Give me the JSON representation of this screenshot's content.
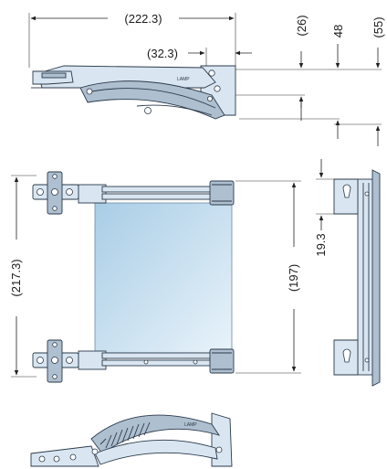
{
  "dimensions": {
    "overall_length": "(222.3)",
    "offset_length": "(32.3)",
    "top_height_small": "(26)",
    "top_height_mid": "48",
    "top_height_large": "(55)",
    "side_height_total": "(217.3)",
    "side_height_inner": "(197)",
    "side_offset": "19.3"
  },
  "part_marks": {
    "upper_view": "LAMP",
    "lower_view": "LAMP"
  },
  "colors": {
    "panel_gradient_start": "#a9cde6",
    "panel_gradient_end": "#e9f3fa",
    "metal": "#d9e6f1",
    "metal_dark": "#aebfd0",
    "outline": "#2b3a4a"
  }
}
